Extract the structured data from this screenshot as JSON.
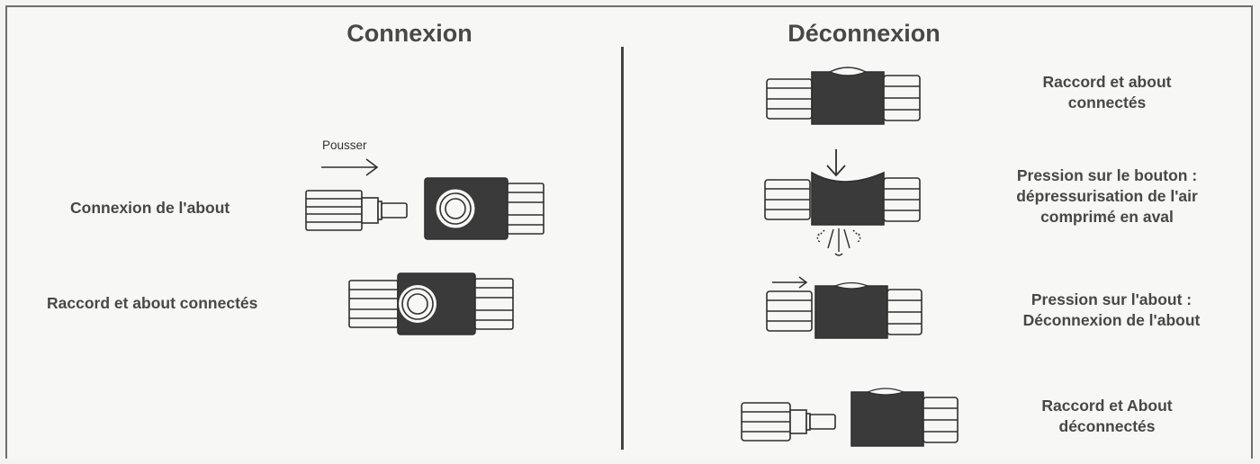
{
  "left_panel": {
    "title": "Connexion",
    "push_label": "Pousser",
    "step1_label": "Connexion de l'about",
    "step2_label": "Raccord et about connectés"
  },
  "right_panel": {
    "title": "Déconnexion",
    "step1_label": "Raccord et about\nconnectés",
    "step2_label": "Pression sur le bouton :\ndépressurisation de l'air\ncomprimé en aval",
    "step3_label": "Pression sur l'about :\nDéconnexion de l'about",
    "step4_label": "Raccord et About\ndéconnectés"
  },
  "colors": {
    "body_fill": "#3a3a3a",
    "outline": "#2f2f2f",
    "text": "#474747"
  },
  "icons": [
    "push-arrow-icon",
    "press-down-arrow-icon",
    "air-release-icon"
  ]
}
